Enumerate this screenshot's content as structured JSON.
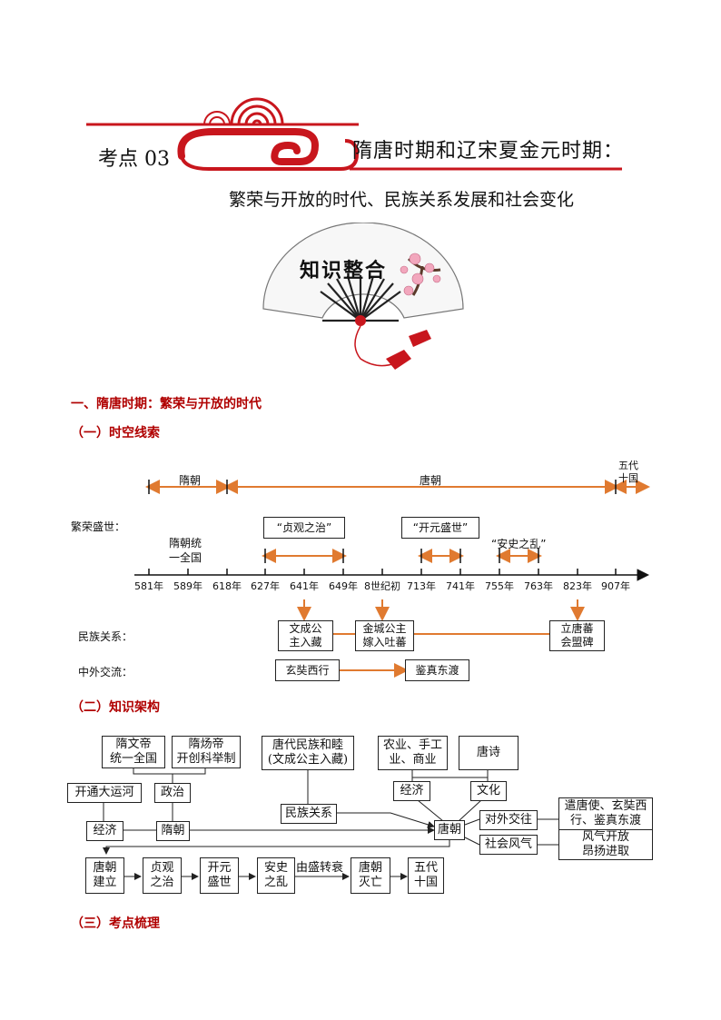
{
  "header": {
    "code": "考点 03",
    "title": "隋唐时期和辽宋夏金元时期：",
    "subtitle": "繁荣与开放的时代、民族关系发展和社会变化",
    "fan_text": "知识整合"
  },
  "sections": {
    "s1": "一、隋唐时期：繁荣与开放的时代",
    "s1a": "（一）时空线索",
    "s1b": "（二）知识架构",
    "s1c": "（三）考点梳理"
  },
  "timeline": {
    "periods": {
      "sui": "隋朝",
      "tang": "唐朝",
      "wudai": "五代\n十国"
    },
    "row_label_prosper": "繁荣盛世：",
    "sui_unify": "隋朝统\n一全国",
    "zhenguan": "“贞观之治”",
    "kaiyuan": "“开元盛世”",
    "anshi": "“安史之乱”",
    "years": [
      "581年",
      "589年",
      "618年",
      "627年",
      "641年",
      "649年",
      "8世纪初",
      "713年",
      "741年",
      "755年",
      "763年",
      "823年",
      "907年"
    ],
    "ethnic_label": "民族关系：",
    "foreign_label": "中外交流：",
    "wencheng": "文成公\n主入藏",
    "jincheng": "金城公主\n嫁入吐蕃",
    "litang": "立唐蕃\n会盟碑",
    "xuanzang": "玄奘西行",
    "jianzhen": "鉴真东渡"
  },
  "framework": {
    "suiwendi": "隋文帝\n统一全国",
    "suiyangdi": "隋炀帝\n开创科举制",
    "kaitong": "开通大运河",
    "zhengzhi": "政治",
    "jingji1": "经济",
    "suichao": "隋朝",
    "minzu_he": "唐代民族和睦\n(文成公主入藏)",
    "minzu_guanxi": "民族关系",
    "nongye": "农业、手工\n业、商业",
    "tangshi": "唐诗",
    "jingji2": "经济",
    "wenhua": "文化",
    "tangchao": "唐朝",
    "duiwai": "对外交往",
    "shehui": "社会风气",
    "qiantang": "遣唐使、玄奘西\n行、鉴真东渡",
    "fengqi": "风气开放\n昂扬进取",
    "flow": [
      "唐朝\n建立",
      "贞观\n之治",
      "开元\n盛世",
      "安史\n之乱",
      "唐朝\n灭亡",
      "五代\n十国"
    ],
    "flow_mid": "由盛转衰"
  },
  "colors": {
    "accent": "#b00000",
    "arrow": "#e07a30"
  }
}
